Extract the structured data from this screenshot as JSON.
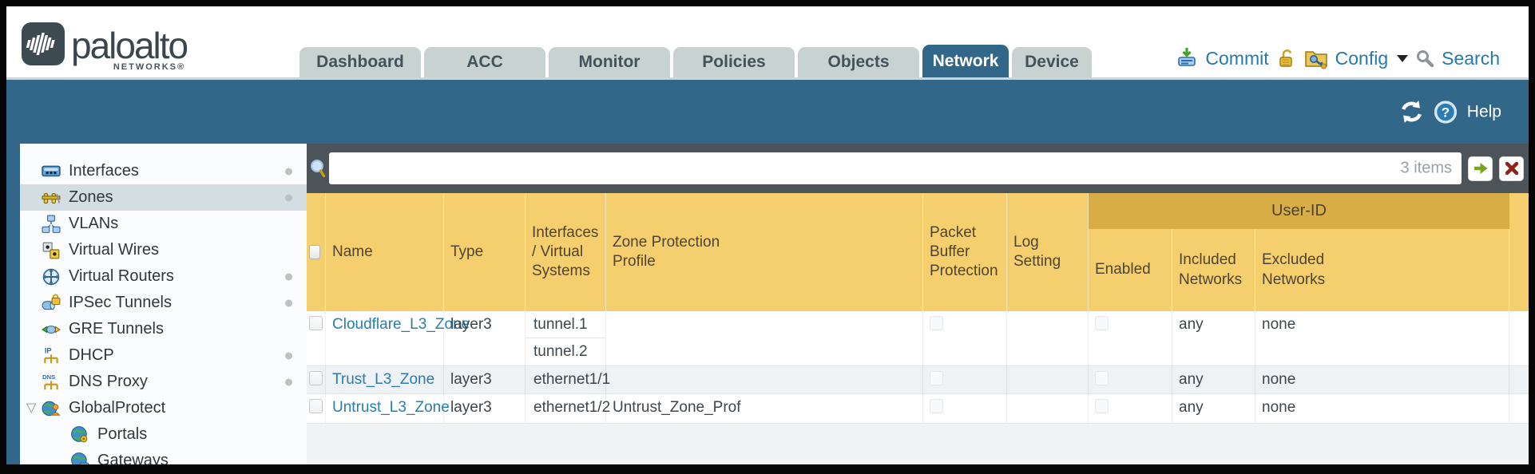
{
  "brand": {
    "name": "paloalto",
    "networks": "NETWORKS®"
  },
  "nav": {
    "tabs": [
      {
        "label": "Dashboard",
        "active": false
      },
      {
        "label": "ACC",
        "active": false
      },
      {
        "label": "Monitor",
        "active": false
      },
      {
        "label": "Policies",
        "active": false
      },
      {
        "label": "Objects",
        "active": false
      },
      {
        "label": "Network",
        "active": true
      },
      {
        "label": "Device",
        "active": false
      }
    ]
  },
  "header_actions": {
    "commit": "Commit",
    "config": "Config",
    "search": "Search"
  },
  "toolbar": {
    "help": "Help"
  },
  "sidebar": {
    "items": [
      {
        "label": "Interfaces",
        "icon": "interfaces-icon",
        "dot": true
      },
      {
        "label": "Zones",
        "icon": "zones-icon",
        "dot": true,
        "selected": true
      },
      {
        "label": "VLANs",
        "icon": "vlans-icon"
      },
      {
        "label": "Virtual Wires",
        "icon": "virtual-wires-icon"
      },
      {
        "label": "Virtual Routers",
        "icon": "virtual-routers-icon",
        "dot": true
      },
      {
        "label": "IPSec Tunnels",
        "icon": "ipsec-tunnels-icon",
        "dot": true
      },
      {
        "label": "GRE Tunnels",
        "icon": "gre-tunnels-icon"
      },
      {
        "label": "DHCP",
        "icon": "dhcp-icon",
        "dot": true
      },
      {
        "label": "DNS Proxy",
        "icon": "dns-proxy-icon",
        "dot": true
      },
      {
        "label": "GlobalProtect",
        "icon": "globalprotect-icon",
        "expanded": true
      },
      {
        "label": "Portals",
        "icon": "portals-icon",
        "indent": true
      },
      {
        "label": "Gateways",
        "icon": "gateways-icon",
        "indent": true
      }
    ]
  },
  "filter": {
    "value": "",
    "items_count": "3 items"
  },
  "table": {
    "group_header": "User-ID",
    "columns": [
      "Name",
      "Type",
      "Interfaces / Virtual Systems",
      "Zone Protection Profile",
      "Packet Buffer Protection",
      "Log Setting",
      "Enabled",
      "Included Networks",
      "Excluded Networks"
    ],
    "rows": [
      {
        "name": "Cloudflare_L3_Zone",
        "type": "layer3",
        "interfaces": [
          "tunnel.1",
          "tunnel.2"
        ],
        "zone_protection_profile": "",
        "log_setting": "",
        "included_networks": "any",
        "excluded_networks": "none"
      },
      {
        "name": "Trust_L3_Zone",
        "type": "layer3",
        "interfaces": [
          "ethernet1/1"
        ],
        "zone_protection_profile": "",
        "log_setting": "",
        "included_networks": "any",
        "excluded_networks": "none"
      },
      {
        "name": "Untrust_L3_Zone",
        "type": "layer3",
        "interfaces": [
          "ethernet1/2"
        ],
        "zone_protection_profile": "Untrust_Zone_Prof",
        "log_setting": "",
        "included_networks": "any",
        "excluded_networks": "none"
      }
    ]
  },
  "colors": {
    "teal": "#33678a",
    "header_amber": "#f5cf6d",
    "group_amber": "#d9ad45",
    "link_blue": "#2b7cb0"
  }
}
